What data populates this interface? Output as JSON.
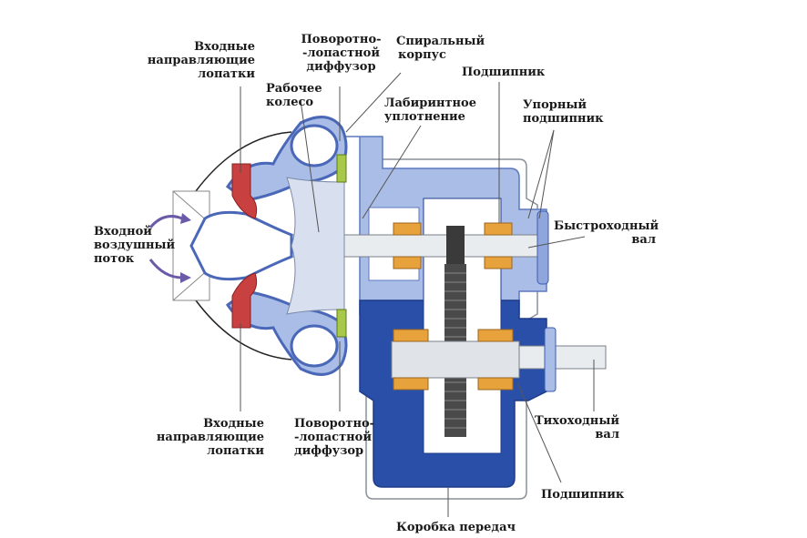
{
  "title": "Центробежный компрессор с редуктором",
  "colors": {
    "housing_light": "#a9bde6",
    "housing_dark": "#2a4fa8",
    "housing_outline": "#4a67b8",
    "bearing": "#e8a23c",
    "guide_vane": "#c8403f",
    "diffuser": "#a8c84a",
    "shaft": "#e8ecef",
    "leader_line": "#555555",
    "arrow": "#6a5aa8"
  },
  "labels": {
    "inlet_guide_vanes_top": [
      "Входные",
      "направляющие",
      "лопатки"
    ],
    "variable_diffuser_top": [
      "Поворотно-",
      "-лопастной",
      "диффузор"
    ],
    "volute": [
      "Спиральный",
      "корпус"
    ],
    "impeller": [
      "Рабочее",
      "колесо"
    ],
    "labyrinth_seal": [
      "Лабиринтное",
      "уплотнение"
    ],
    "bearing_top": [
      "Подшипник"
    ],
    "thrust_bearing": [
      "Упорный",
      "подшипник"
    ],
    "inlet_air_flow": [
      "Входной",
      "воздушный",
      "поток"
    ],
    "high_speed_shaft": [
      "Быстроходный",
      "вал"
    ],
    "inlet_guide_vanes_bottom": [
      "Входные",
      "направляющие",
      "лопатки"
    ],
    "variable_diffuser_bottom": [
      "Поворотно-",
      "-лопастной",
      "диффузор"
    ],
    "low_speed_shaft": [
      "Тихоходный",
      "вал"
    ],
    "bearing_bottom": [
      "Подшипник"
    ],
    "gearbox": [
      "Коробка передач"
    ]
  }
}
